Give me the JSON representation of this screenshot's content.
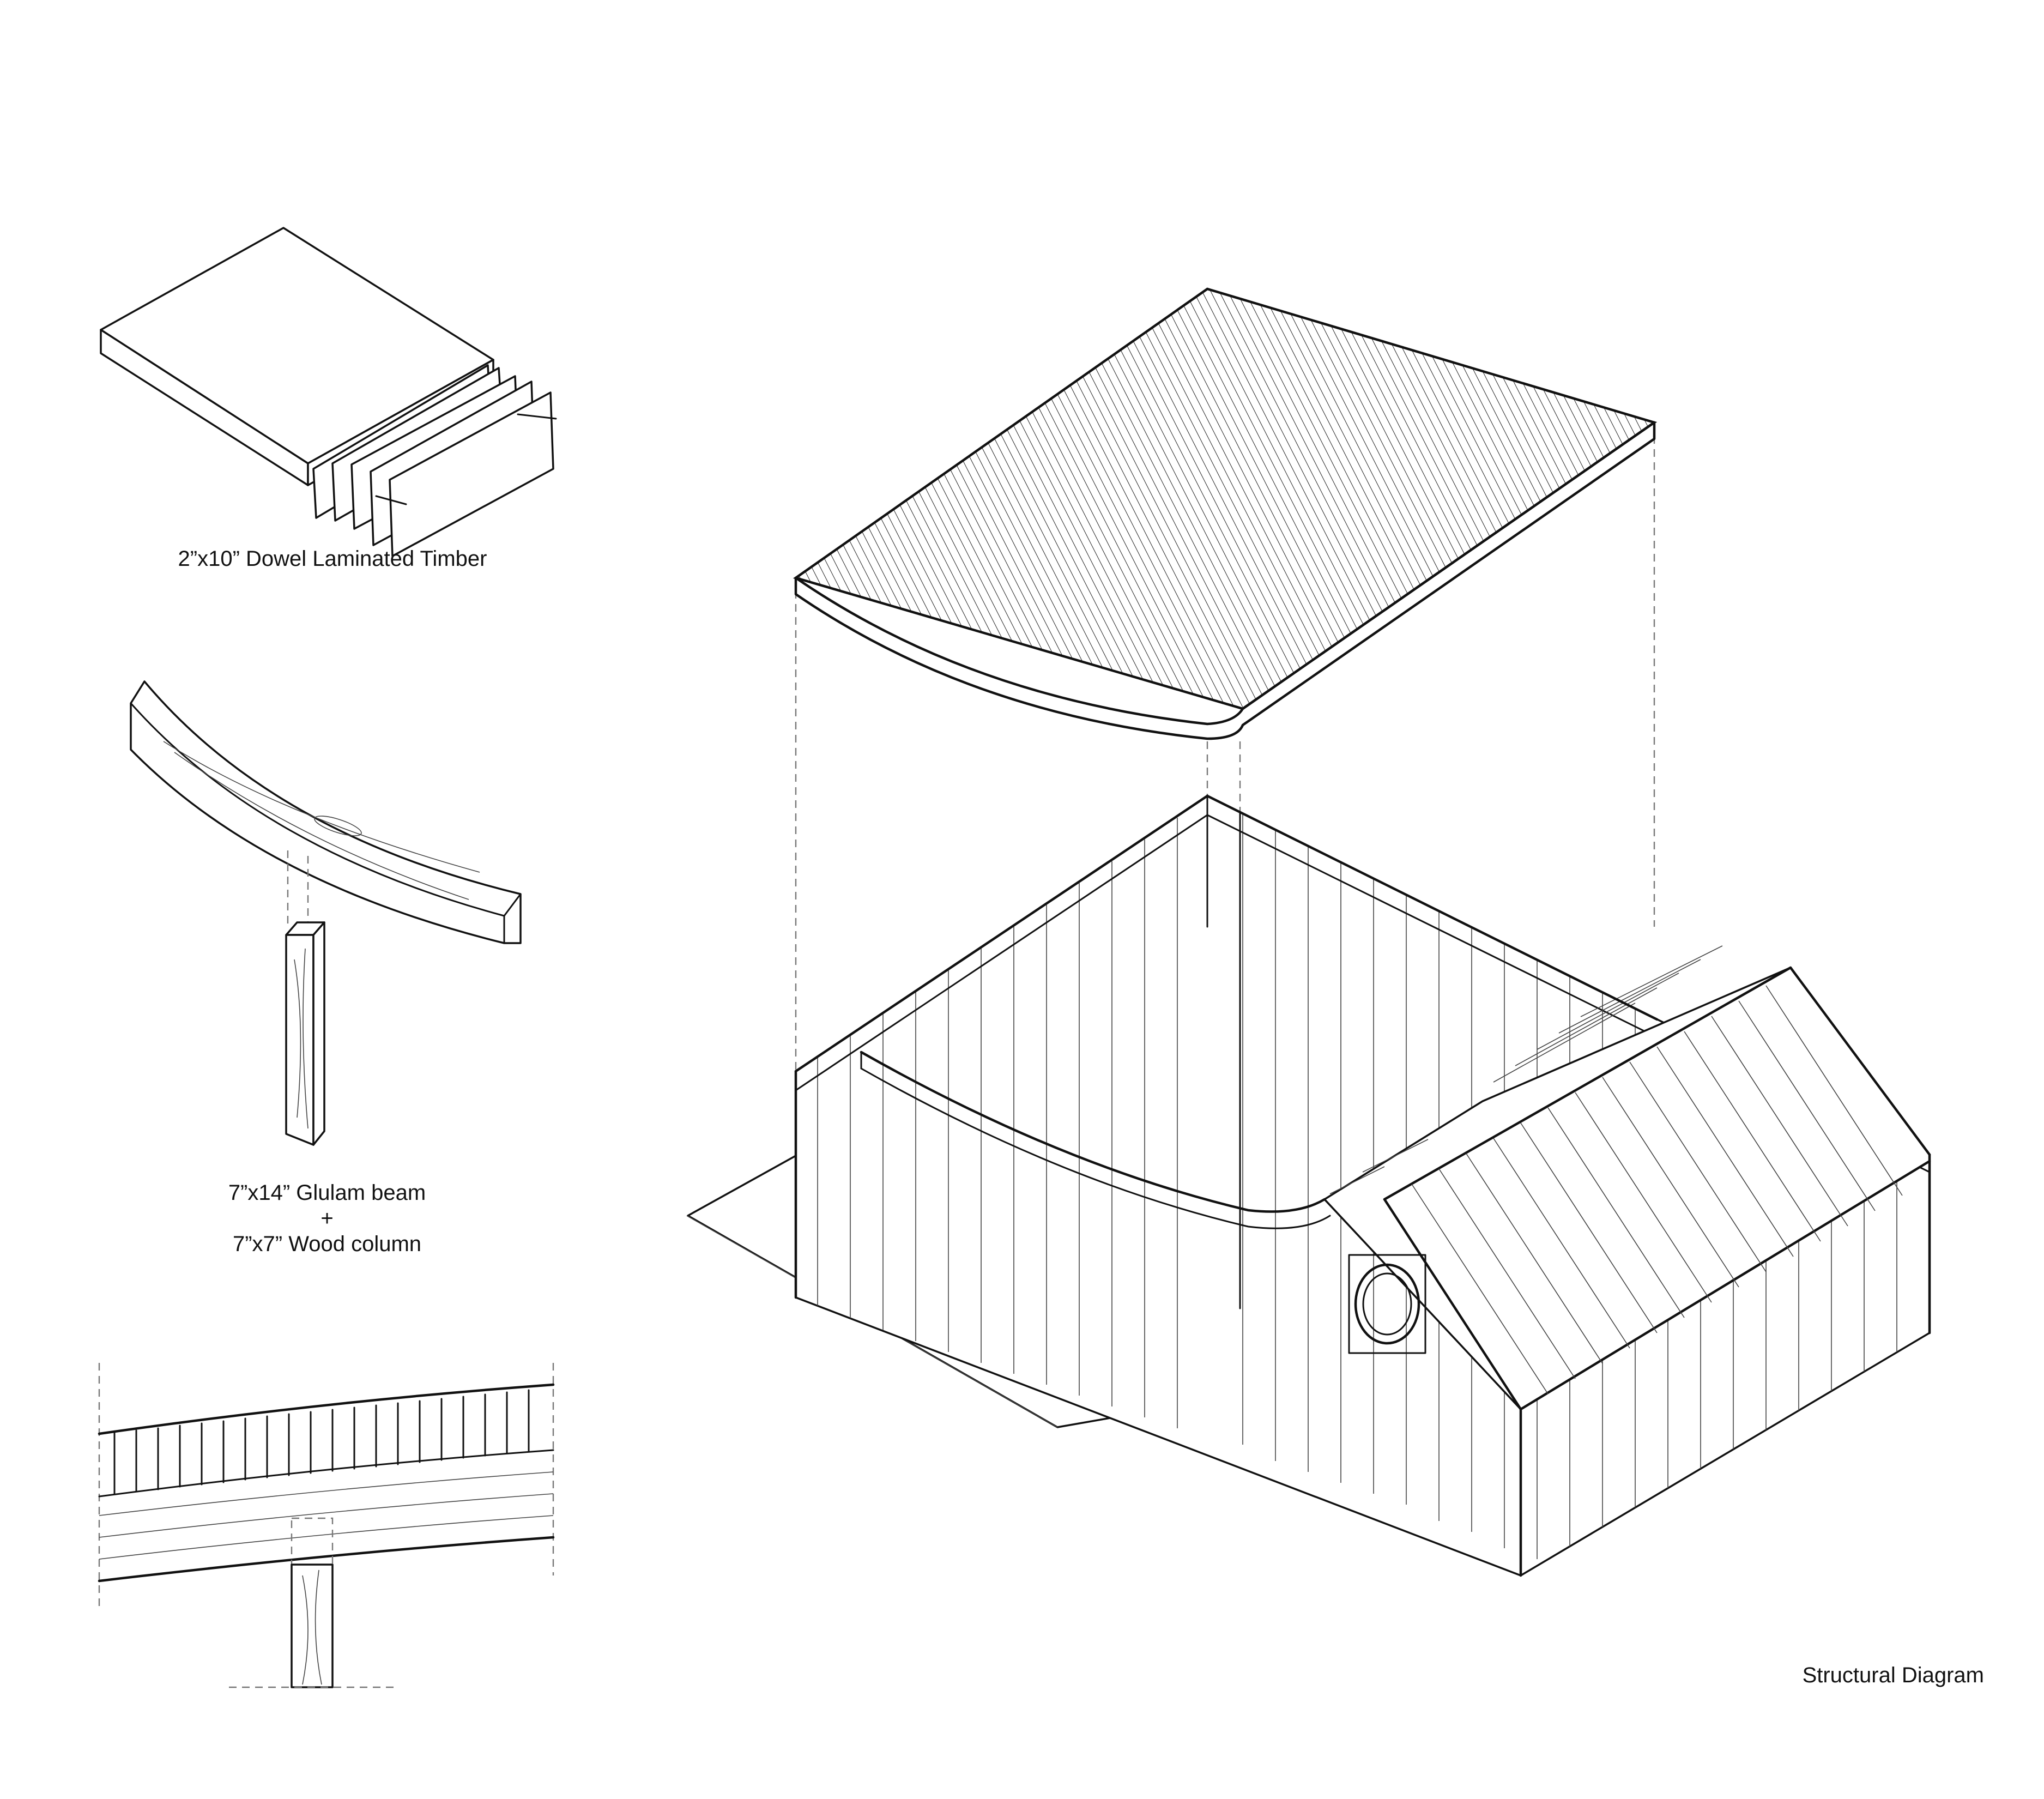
{
  "labels": {
    "dlt": "2”x10” Dowel Laminated Timber",
    "glulam_line1": "7”x14” Glulam beam",
    "glulam_line2": "+",
    "glulam_line3": "7”x7” Wood column",
    "diagram_title": "Structural Diagram"
  }
}
